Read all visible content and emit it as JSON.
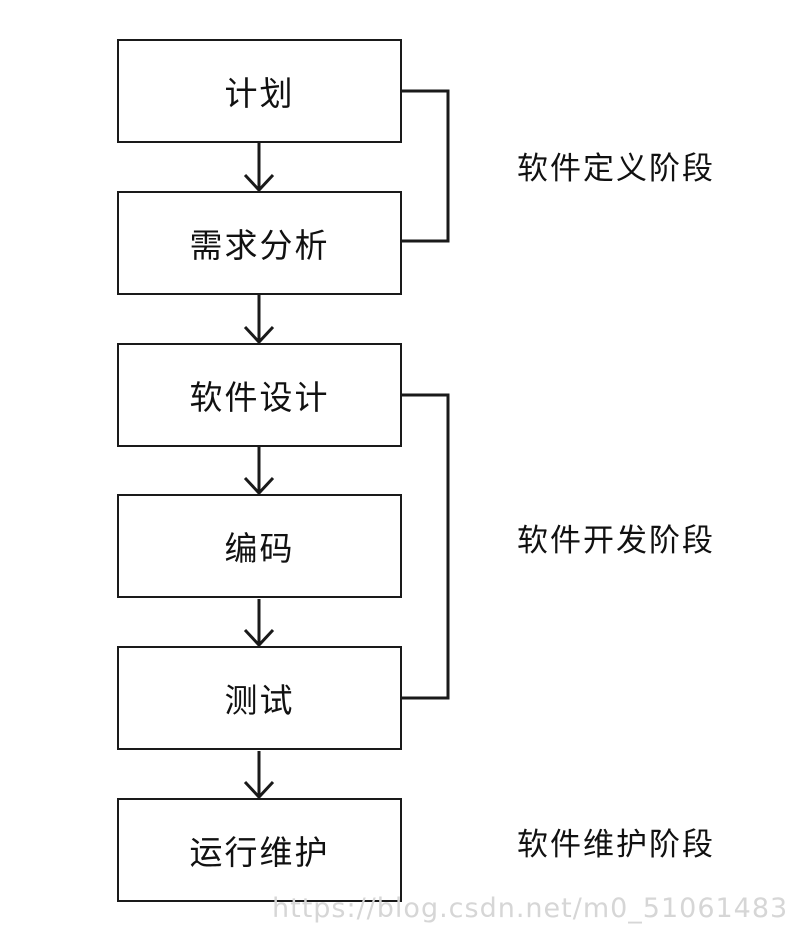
{
  "stages": [
    {
      "label": "计划"
    },
    {
      "label": "需求分析"
    },
    {
      "label": "软件设计"
    },
    {
      "label": "编码"
    },
    {
      "label": "测试"
    },
    {
      "label": "运行维护"
    }
  ],
  "phases": [
    {
      "label": "软件定义阶段"
    },
    {
      "label": "软件开发阶段"
    },
    {
      "label": "软件维护阶段"
    }
  ],
  "watermark": "https://blog.csdn.net/m0_51061483"
}
